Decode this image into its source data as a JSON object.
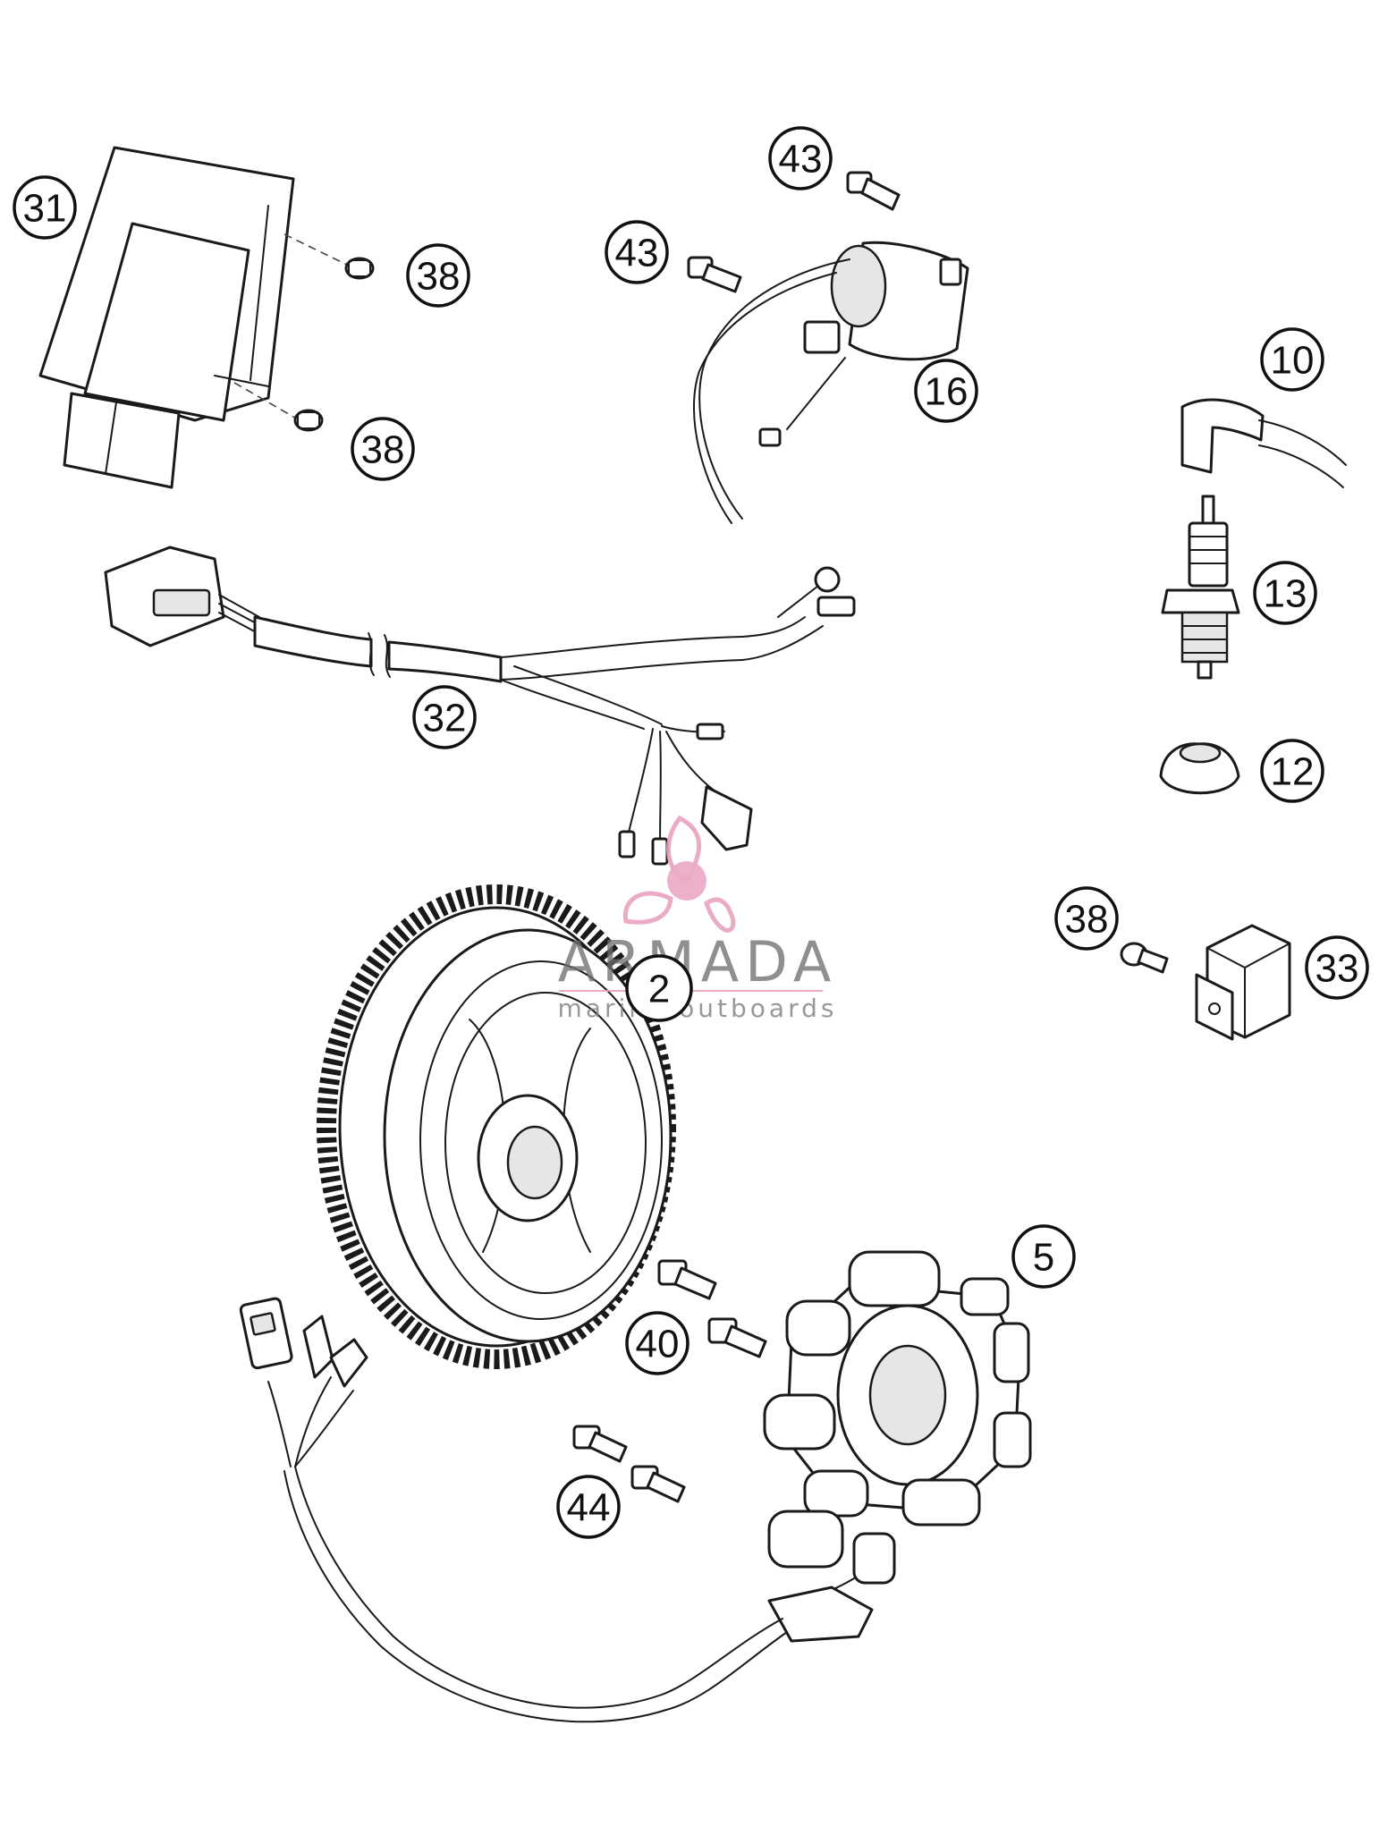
{
  "watermark": {
    "brand": "ARMADA",
    "tagline": "marine outboards",
    "accent_color": "#e9a3c2",
    "icon": "propeller-logo-icon"
  },
  "callouts": {
    "c31": "31",
    "c38a": "38",
    "c38b": "38",
    "c43a": "43",
    "c43b": "43",
    "c16": "16",
    "c10": "10",
    "c13": "13",
    "c12": "12",
    "c32": "32",
    "c2": "2",
    "c38c": "38",
    "c33": "33",
    "c5": "5",
    "c40": "40",
    "c44": "44"
  },
  "colors": {
    "line": "#1a1a1a",
    "background": "#ffffff"
  }
}
